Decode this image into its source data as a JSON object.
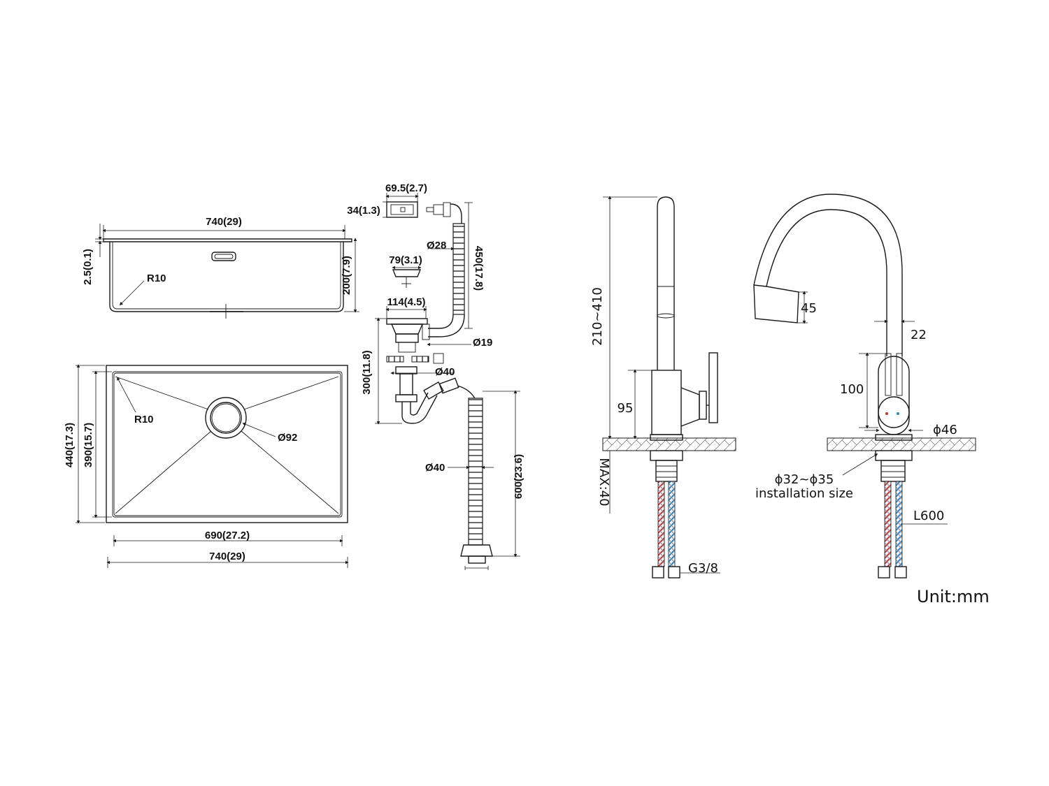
{
  "sink_side": {
    "width_top": "740(29)",
    "lip": "2.5(0.1)",
    "depth": "200(7.9)",
    "radius": "R10"
  },
  "sink_plan": {
    "outer_height": "440(17.3)",
    "inner_height": "390(15.7)",
    "radius": "R10",
    "drain_diameter": "Ø92",
    "inner_width": "690(27.2)",
    "outer_width": "740(29)"
  },
  "drain_kit": {
    "overflow_width": "69.5(2.7)",
    "overflow_height": "34(1.3)",
    "hose_diameter": "Ø28",
    "hose_length": "450(17.8)",
    "strainer_diameter": "79(3.1)",
    "flange_diameter": "114(4.5)",
    "connector_diameter": "Ø19",
    "pipe_diameter": "Ø40",
    "trap_height": "300(11.8)",
    "outlet_diameter": "Ø40",
    "outlet_length": "600(23.6)"
  },
  "faucet_side": {
    "total_height": "210~410",
    "body_height": "95",
    "max_deck": "MAX:40",
    "thread": "G3/8"
  },
  "faucet_front": {
    "spray_head": "45",
    "spout_diameter": "22",
    "handle_height": "100",
    "base_diameter": "ϕ46",
    "hole_size": "ϕ32~ϕ35",
    "hole_note": "installation size",
    "hose_length": "L600"
  },
  "unit_label": "Unit:mm",
  "colors": {
    "hot": "#c0392b",
    "cold": "#2e86c1",
    "line": "#1a1a1a"
  }
}
